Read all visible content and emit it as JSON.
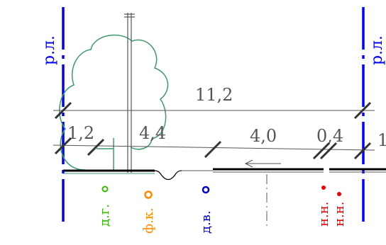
{
  "diagram": {
    "red_line_label": "р.л.",
    "dimensions": {
      "total": "11,2",
      "seg_1": "1,2",
      "seg_2": "4,4",
      "seg_3": "4,0",
      "seg_4": "0,4",
      "seg_5": "1"
    },
    "legend": {
      "dg": "д.г.",
      "fk": "ф.к.",
      "dv": "д.в.",
      "nn1": "н.н.",
      "nn2": "н.н."
    },
    "colors": {
      "red_line": "#0000ff",
      "tree": "#3c9a6e",
      "dg": "#33bb00",
      "fk": "#ff8c00",
      "dv": "#0000dd",
      "nn": "#ee0000",
      "dim_line": "#555555",
      "slash": "#333333",
      "ground": "#000000"
    },
    "icons": {
      "tree": "tree-icon",
      "pole": "pole-icon",
      "arrow": "arrow-left-icon"
    }
  }
}
